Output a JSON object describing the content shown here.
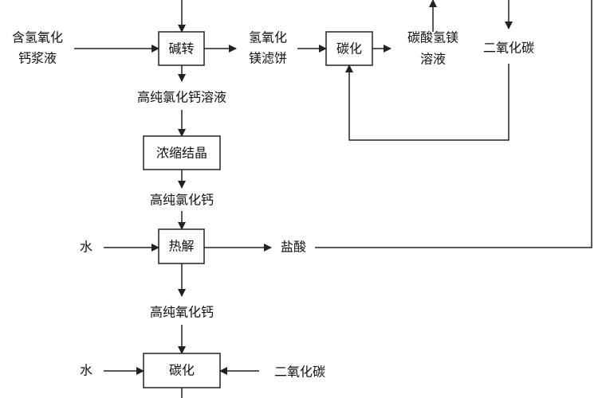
{
  "title": "Process flow diagram",
  "processes": {
    "alkali_conversion": "碱转",
    "carbonation_top": "碳化",
    "concentrate_crystallize": "浓缩结晶",
    "pyrolysis": "热解",
    "carbonation_bottom": "碳化"
  },
  "materials": {
    "calcium_hydroxide_slurry_line1": "含氢氧化",
    "calcium_hydroxide_slurry_line2": "钙浆液",
    "mg_hydroxide_cake_line1": "氢氧化",
    "mg_hydroxide_cake_line2": "镁滤饼",
    "mg_bicarbonate_line1": "碳酸氢镁",
    "mg_bicarbonate_line2": "溶液",
    "co2_top": "二氧化碳",
    "cacl2_solution": "高纯氯化钙溶液",
    "cacl2": "高纯氯化钙",
    "water_pyrolysis": "水",
    "hydrochloric_acid": "盐酸",
    "cao": "高纯氧化钙",
    "water_carbonation": "水",
    "co2_bottom": "二氧化碳"
  }
}
